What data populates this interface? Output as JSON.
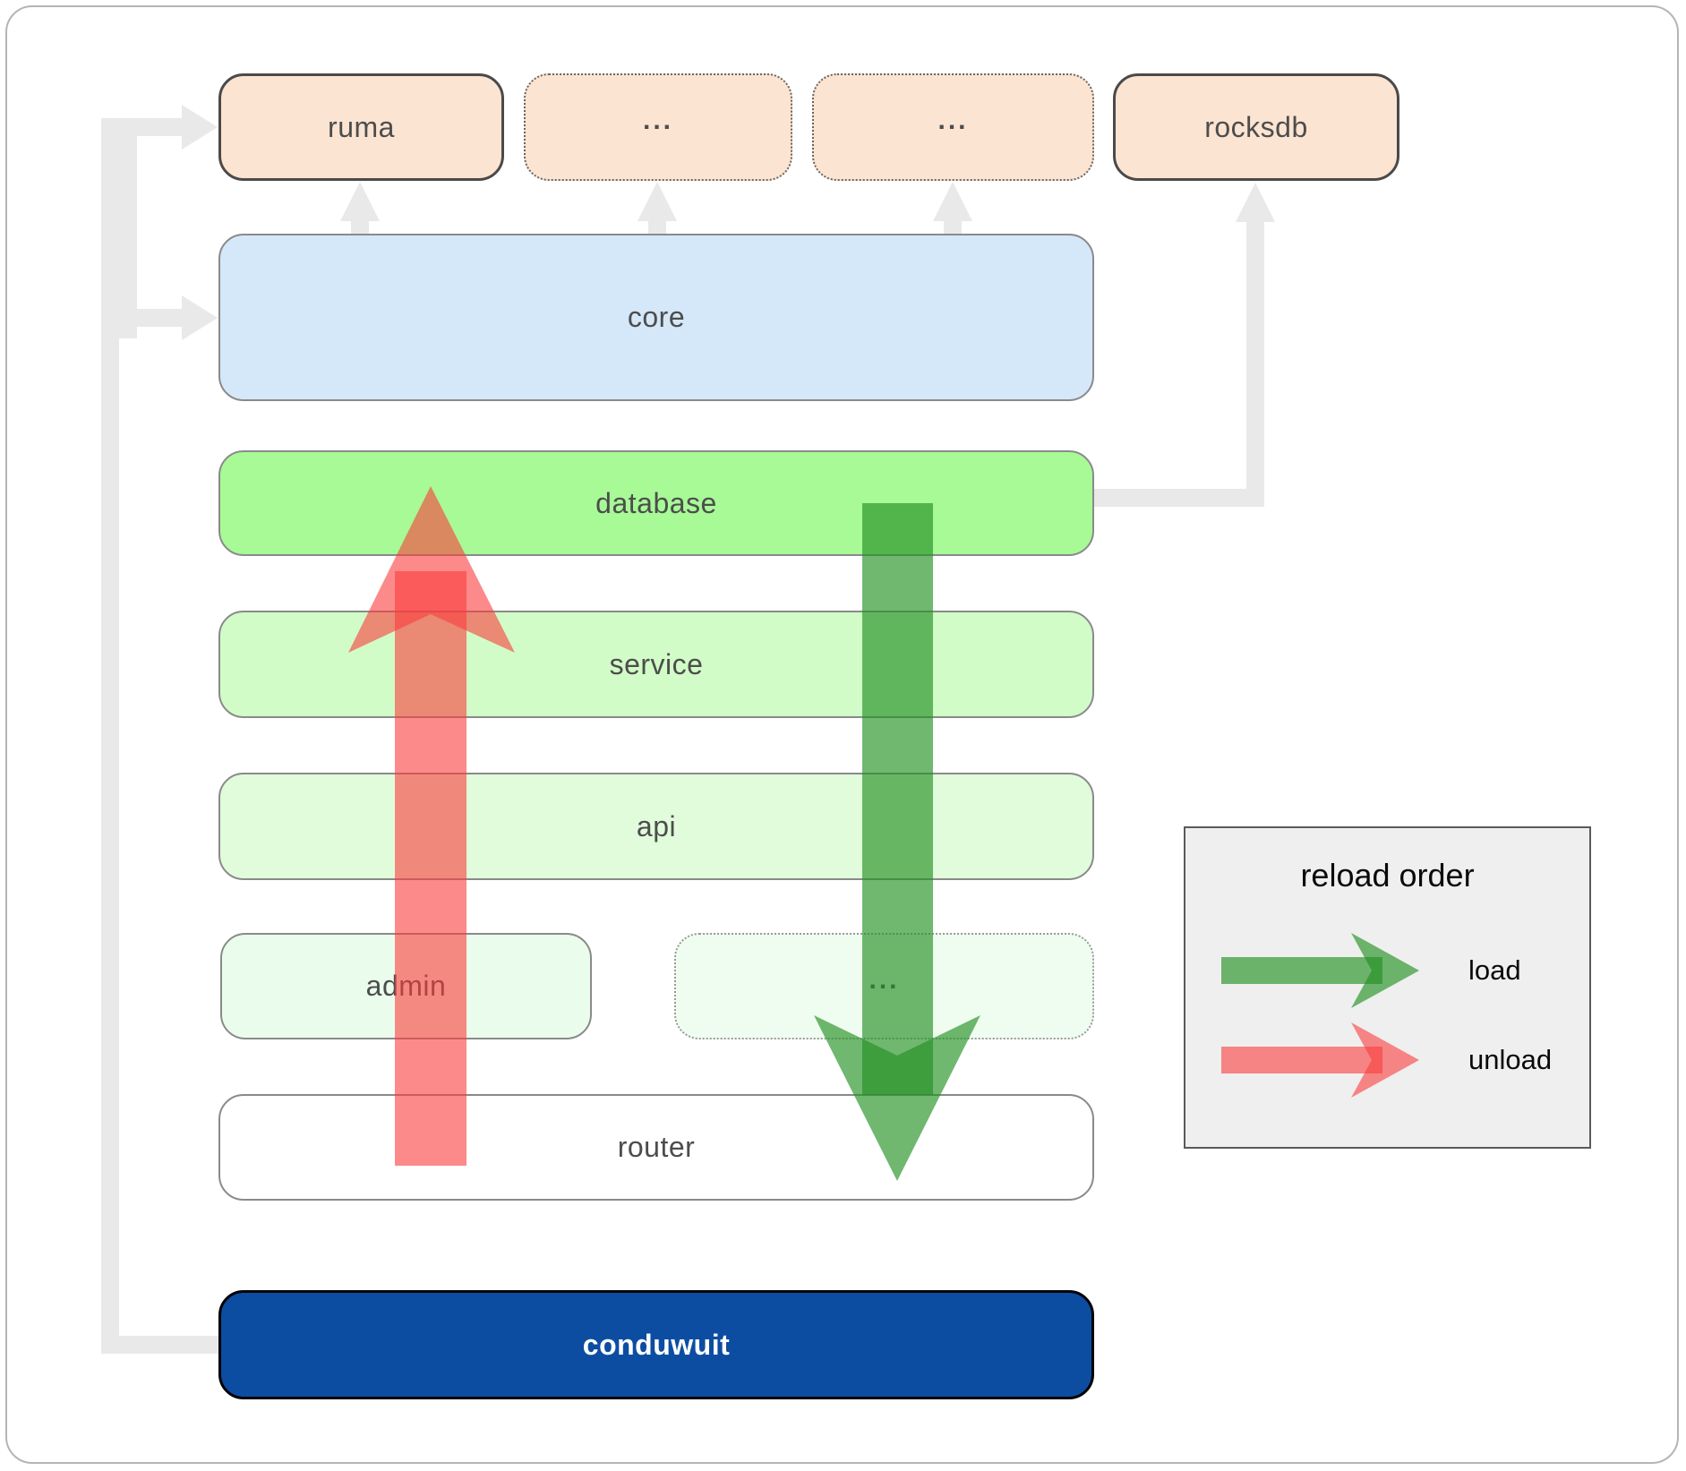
{
  "layers": {
    "ruma": "ruma",
    "ellipsis_top_1": "...",
    "ellipsis_top_2": "...",
    "rocksdb": "rocksdb",
    "core": "core",
    "database": "database",
    "service": "service",
    "api": "api",
    "admin": "admin",
    "ellipsis_admin_row": "...",
    "router": "router",
    "conduwuit": "conduwuit"
  },
  "legend": {
    "title": "reload order",
    "load_label": "load",
    "unload_label": "unload"
  },
  "colors": {
    "load_arrow": "rgba(35,145,35,0.65)",
    "unload_arrow": "rgba(250,60,60,0.6)",
    "connector_gray": "#e9e9e9",
    "peach_fill": "#fce4d2",
    "core_fill": "#d5e8fa",
    "database_fill": "#a7fa96",
    "service_fill": "#d1fcc7",
    "api_fill": "#e1fcdb",
    "admin_fill": "#eafdec",
    "admin_ellipsis_fill": "#effdf0",
    "router_fill": "#ffffff",
    "conduwuit_fill": "#0c4da2",
    "legend_bg": "#efefef",
    "label_text": "#4d4d4d"
  }
}
